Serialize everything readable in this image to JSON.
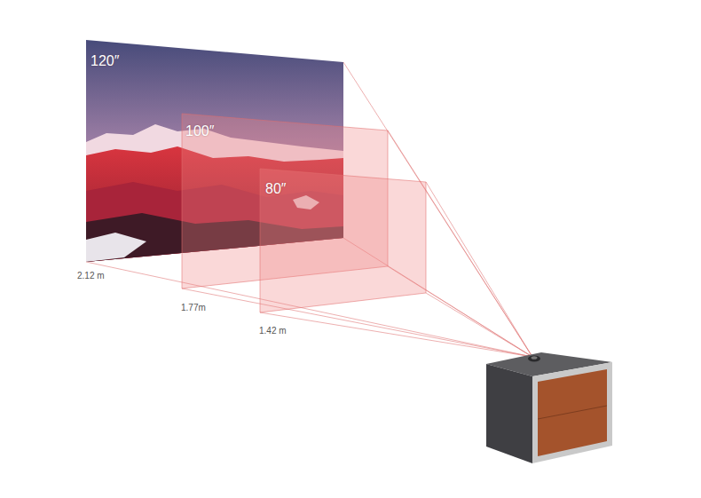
{
  "diagram": {
    "nodes": [
      {
        "text": [
          "120″"
        ]
      },
      {
        "text": [
          "100″"
        ]
      },
      {
        "text": [
          "80″"
        ]
      }
    ],
    "labels": [
      "2.12 m",
      "1.77m",
      "1.42 m"
    ]
  }
}
